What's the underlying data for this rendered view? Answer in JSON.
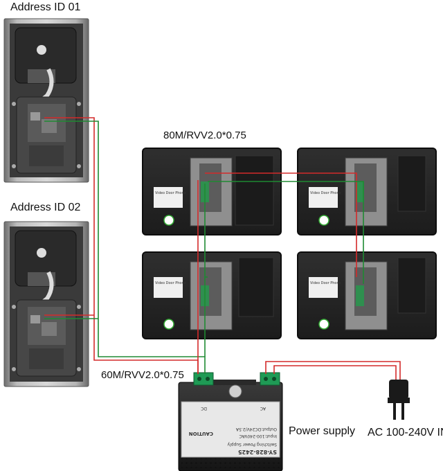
{
  "labels": {
    "address_1": "Address ID 01",
    "address_2": "Address ID 02",
    "cable_monitors": "80M/RVV2.0*0.75",
    "cable_door": "60M/RVV2.0*0.75",
    "power_supply": "Power supply",
    "ac_input": "AC 100-240V IN"
  },
  "monitor_sticker": {
    "title": "Video Door Phone"
  },
  "psu": {
    "model": "SY-828-2425",
    "name": "Switching Power Supply",
    "input": "Input:100-240VAC",
    "output": "Output:DC24V/2.5A",
    "caution": "CAUTION",
    "dc_terminal": "DC",
    "ac_terminal": "AC"
  },
  "colors": {
    "wire_red": "#d42a2a",
    "wire_green": "#1e8a32",
    "terminal_green": "#1f9a55",
    "device_dark": "#2b2b2b",
    "bracket_grey": "#8f8f8f"
  }
}
